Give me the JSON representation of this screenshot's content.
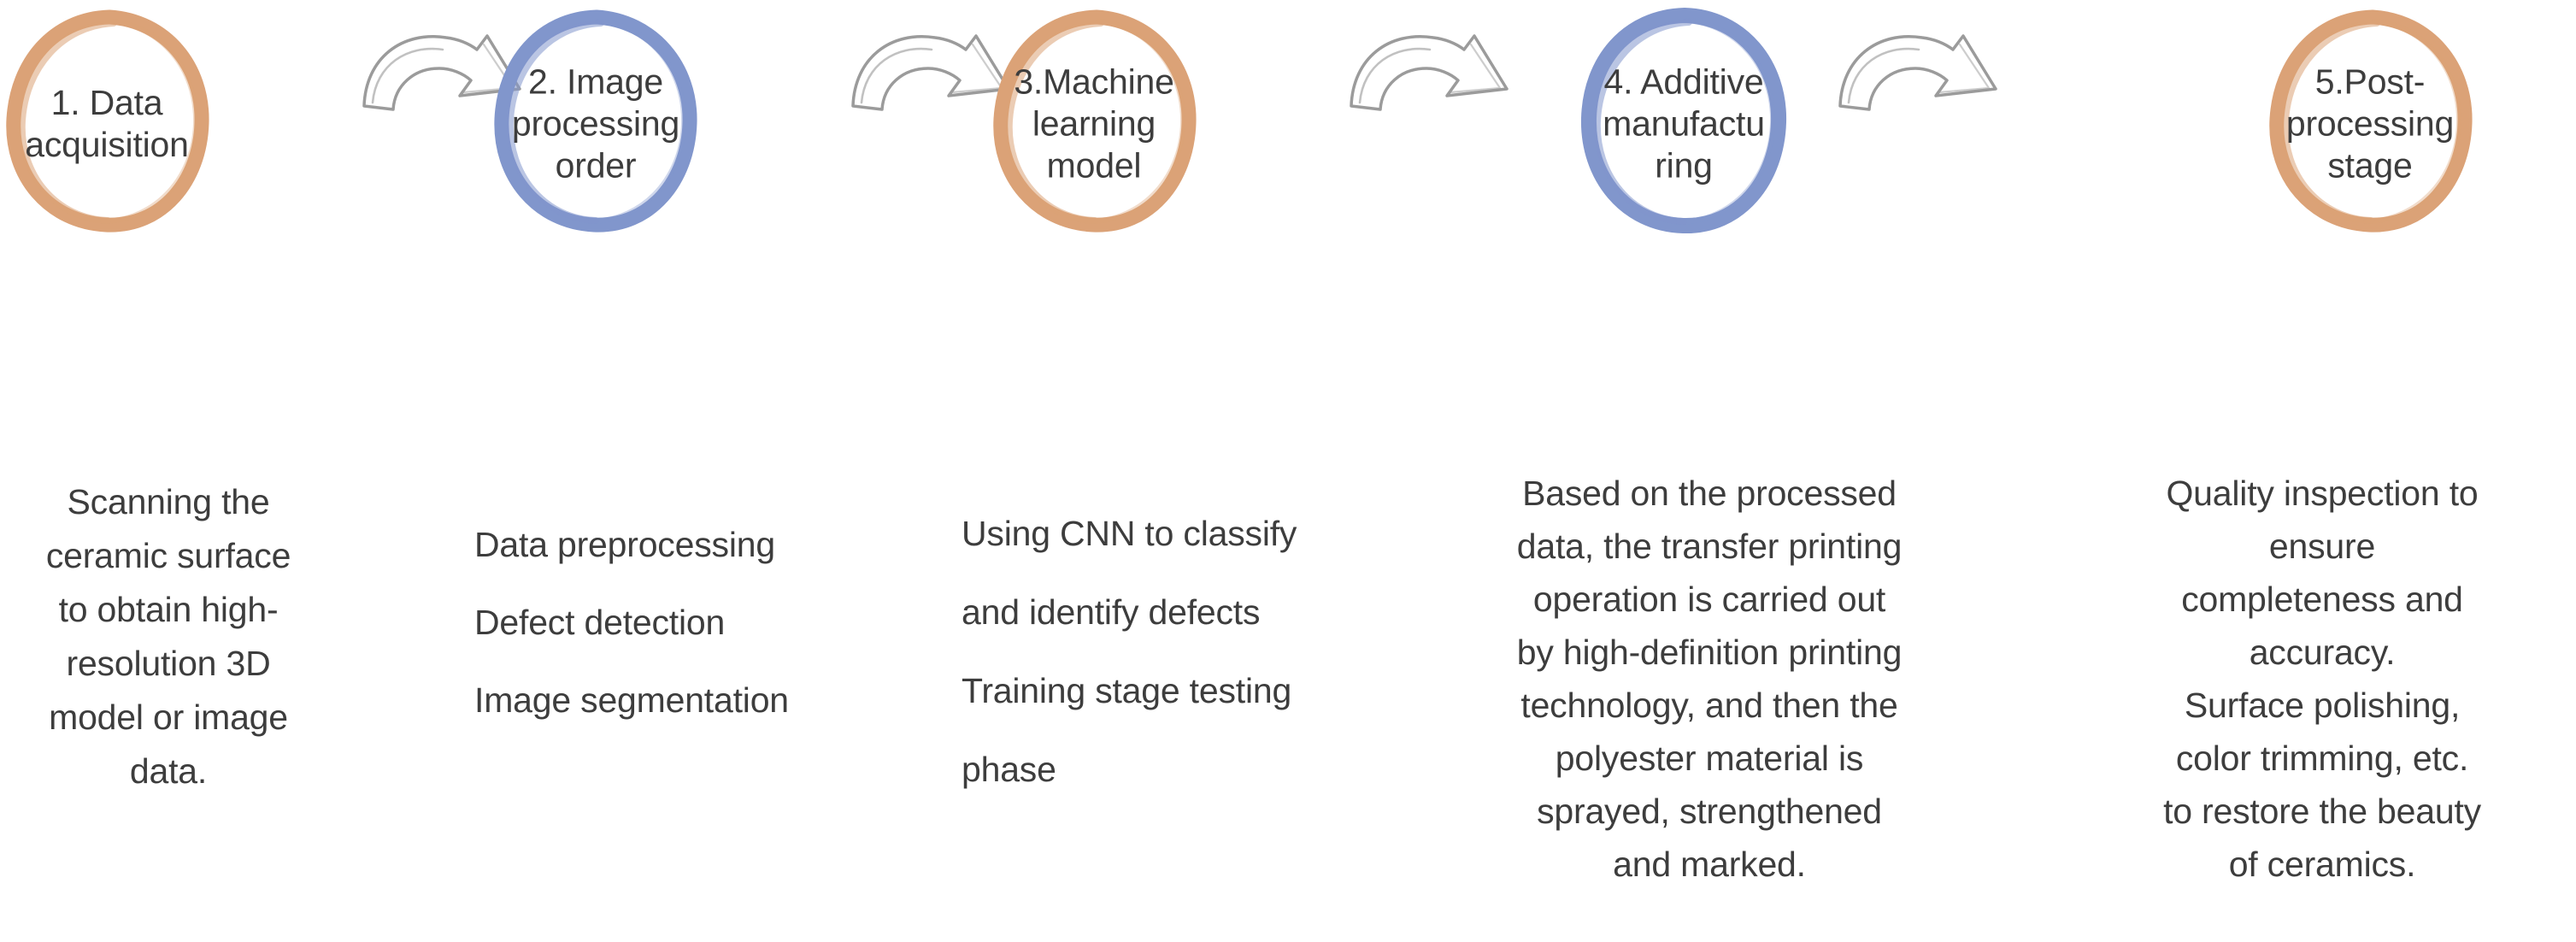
{
  "diagram": {
    "title_visible": false,
    "colors": {
      "orange": "#DBA277",
      "blue": "#8196CC",
      "arrow": "#9a9a9a",
      "text": "#3d3d3d",
      "background": "#ffffff"
    },
    "arrows": [
      {
        "name": "arrow-step1-to-step2",
        "glyph": "curved-right-arrow"
      },
      {
        "name": "arrow-step2-to-step3",
        "glyph": "curved-right-arrow"
      },
      {
        "name": "arrow-step3-to-step4",
        "glyph": "curved-right-arrow"
      },
      {
        "name": "arrow-step4-to-step5",
        "glyph": "curved-right-arrow"
      }
    ],
    "steps": [
      {
        "number": "1",
        "circle_color": "#DBA277",
        "title": "1. Data\nacquisition",
        "body": "Scanning the\nceramic surface\nto obtain high-\nresolution 3D\nmodel or image\ndata.",
        "body_align": "center"
      },
      {
        "number": "2",
        "circle_color": "#8196CC",
        "title": "2. Image\nprocessing\norder",
        "body": "Data preprocessing\nDefect detection\nImage segmentation",
        "body_align": "left"
      },
      {
        "number": "3",
        "circle_color": "#DBA277",
        "title": "3.Machine\nlearning\nmodel",
        "body": "Using CNN to classify\nand identify defects\nTraining stage testing\nphase",
        "body_align": "left"
      },
      {
        "number": "4",
        "circle_color": "#8196CC",
        "title": "4. Additive\nmanufactu\nring",
        "body": "Based on the processed\ndata, the transfer printing\noperation is carried out\nby high-definition printing\ntechnology, and then the\npolyester material is\nsprayed, strengthened\nand marked.",
        "body_align": "center"
      },
      {
        "number": "5",
        "circle_color": "#DBA277",
        "title": "5.Post-\nprocessing\nstage",
        "body": "Quality inspection to\nensure\ncompleteness and\naccuracy.\nSurface polishing,\ncolor trimming, etc.\nto restore the beauty\nof ceramics.",
        "body_align": "center"
      }
    ]
  },
  "chart_data": {
    "type": "diagram",
    "subtype": "linear-process-flow",
    "title": "",
    "node_count": 5,
    "nodes": [
      {
        "id": 1,
        "label": "1. Data acquisition",
        "color": "#DBA277",
        "detail": "Scanning the ceramic surface to obtain high-resolution 3D model or image data."
      },
      {
        "id": 2,
        "label": "2. Image processing order",
        "color": "#8196CC",
        "detail": "Data preprocessing / Defect detection / Image segmentation"
      },
      {
        "id": 3,
        "label": "3.Machine learning model",
        "color": "#DBA277",
        "detail": "Using CNN to classify and identify defects / Training stage testing phase"
      },
      {
        "id": 4,
        "label": "4. Additive manufacturing",
        "color": "#8196CC",
        "detail": "Based on the processed data, the transfer printing operation is carried out by high-definition printing technology, and then the polyester material is sprayed, strengthened and marked."
      },
      {
        "id": 5,
        "label": "5.Post-processing stage",
        "color": "#DBA277",
        "detail": "Quality inspection to ensure completeness and accuracy. Surface polishing, color trimming, etc. to restore the beauty of ceramics."
      }
    ],
    "edges": [
      {
        "from": 1,
        "to": 2
      },
      {
        "from": 2,
        "to": 3
      },
      {
        "from": 3,
        "to": 4
      },
      {
        "from": 4,
        "to": 5
      }
    ]
  }
}
